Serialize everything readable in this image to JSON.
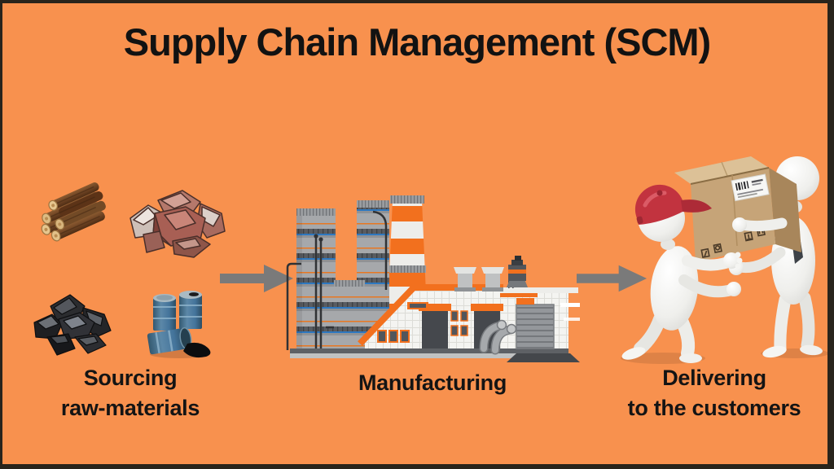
{
  "title": "Supply Chain Management (SCM)",
  "stages": {
    "sourcing": {
      "line1": "Sourcing",
      "line2": "raw-materials",
      "items": [
        "wood-logs",
        "ore-rocks",
        "coal-pile",
        "oil-barrels"
      ]
    },
    "manufacturing": {
      "line1": "Manufacturing",
      "line2": "",
      "items": [
        "factory-plant"
      ]
    },
    "delivering": {
      "line1": "Delivering",
      "line2": "to the customers",
      "items": [
        "courier-with-red-cap",
        "cardboard-box",
        "customer-receiving-box"
      ]
    }
  },
  "flow": [
    "sourcing",
    "manufacturing",
    "delivering"
  ],
  "colors": {
    "background": "#F8914E",
    "frame_border": "#29241C",
    "title_text": "#121212",
    "label_text": "#141414",
    "arrow": "#7A7A7A",
    "accent_orange": "#F2701E",
    "factory_gray": "#A6A8AB",
    "chimney_white": "#EDEDEA",
    "pipe_blue_line": "#2E78C0",
    "cap_red": "#C2333F",
    "figure_white": "#F4F4F1",
    "barrel_blue": "#44749B",
    "cardboard": "#C6A478",
    "coal_dark": "#232428",
    "rock_mauve": "#A85F54",
    "log_brown": "#6E4323"
  }
}
